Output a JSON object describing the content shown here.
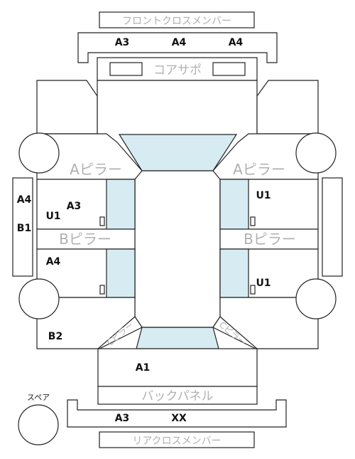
{
  "labels": {
    "front_cross_member": "フロントクロスメンバー",
    "core_support": "コアサポ",
    "a_pillar": "Aピラー",
    "b_pillar": "Bピラー",
    "c_pillar": "Cピラー",
    "back_panel": "バックパネル",
    "rear_cross_member": "リアクロスメンバー",
    "spare": "スペア"
  },
  "grades": {
    "front_cross_left": "A3",
    "front_cross_center": "A4",
    "front_cross_right": "A4",
    "left_side_a": "A4",
    "left_side_b": "B1",
    "front_left_u": "U1",
    "front_left_a": "A3",
    "rear_left": "A4",
    "left_rear_quarter": "B2",
    "front_right": "U1",
    "rear_right": "U1",
    "trunk": "A1",
    "rear_cross_left": "A3",
    "rear_cross_right": "XX"
  },
  "colors": {
    "glass": "#d6ecf2",
    "outline": "#222222",
    "part_label": "#b0b0b0"
  }
}
